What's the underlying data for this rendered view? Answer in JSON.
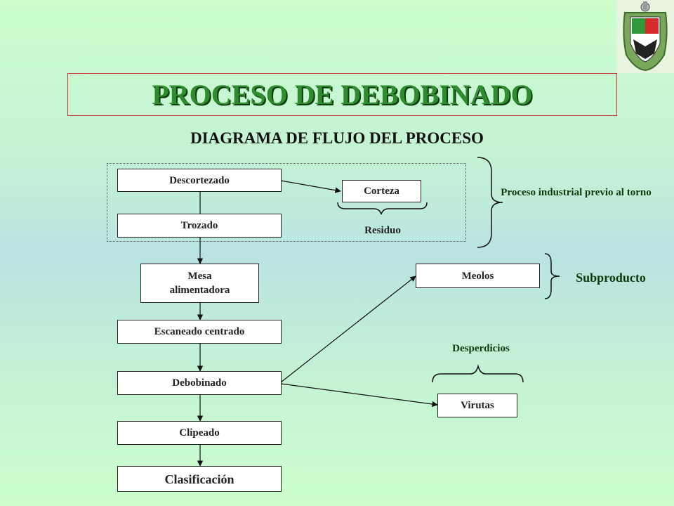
{
  "header": {
    "title": "PROCESO DE DEBOBINADO",
    "subtitle": "DIAGRAMA DE FLUJO DEL PROCESO"
  },
  "logo": {
    "icon": "crest-icon"
  },
  "nodes": {
    "descortezado": "Descortezado",
    "trozado": "Trozado",
    "mesa": "Mesa alimentadora",
    "escaneado": "Escaneado centrado",
    "debobinado": "Debobinado",
    "clipeado": "Clipeado",
    "clasificacion": "Clasificación",
    "corteza": "Corteza",
    "meolos": "Meolos",
    "virutas": "Virutas"
  },
  "labels": {
    "residuo": "Residuo",
    "proceso_previo": "Proceso industrial previo al torno",
    "subproducto": "Subproducto",
    "desperdicios": "Desperdicios"
  },
  "colors": {
    "title_green": "#2e8b2e",
    "title_border": "#cc3333",
    "label_green": "#0b5d0b"
  }
}
